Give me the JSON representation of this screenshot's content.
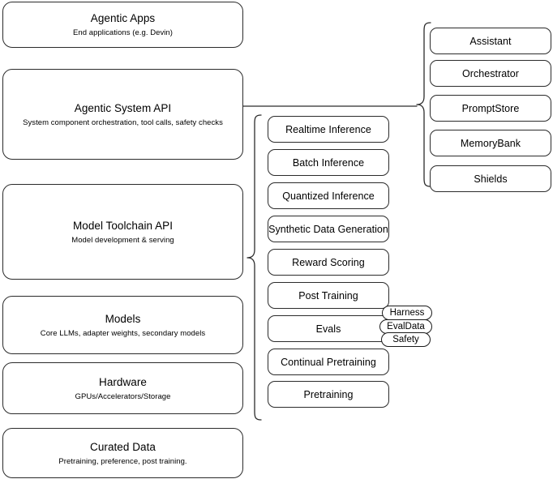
{
  "diagram": {
    "title": "Agentic stack layered architecture",
    "colors": {
      "stroke": "#2b2b2b",
      "background": "#ffffff",
      "text": "#000000"
    },
    "layers": [
      {
        "title": "Agentic Apps",
        "subtitle": "End applications (e.g. Devin)"
      },
      {
        "title": "Agentic System API",
        "subtitle": "System component orchestration, tool calls, safety checks"
      },
      {
        "title": "Model Toolchain API",
        "subtitle": "Model development & serving"
      },
      {
        "title": "Models",
        "subtitle": "Core LLMs, adapter weights, secondary models"
      },
      {
        "title": "Hardware",
        "subtitle": "GPUs/Accelerators/Storage"
      },
      {
        "title": "Curated Data",
        "subtitle": "Pretraining, preference, post training."
      }
    ],
    "toolchain_items": [
      {
        "label": "Realtime Inference"
      },
      {
        "label": "Batch Inference"
      },
      {
        "label": "Quantized Inference"
      },
      {
        "label": "Synthetic Data Generation"
      },
      {
        "label": "Reward Scoring"
      },
      {
        "label": "Post Training"
      },
      {
        "label": "Evals"
      },
      {
        "label": "Continual Pretraining"
      },
      {
        "label": "Pretraining"
      }
    ],
    "eval_subitems": [
      {
        "label": "Harness"
      },
      {
        "label": "EvalData"
      },
      {
        "label": "Safety"
      }
    ],
    "system_items": [
      {
        "label": "Assistant"
      },
      {
        "label": "Orchestrator"
      },
      {
        "label": "PromptStore"
      },
      {
        "label": "MemoryBank"
      },
      {
        "label": "Shields"
      }
    ]
  }
}
